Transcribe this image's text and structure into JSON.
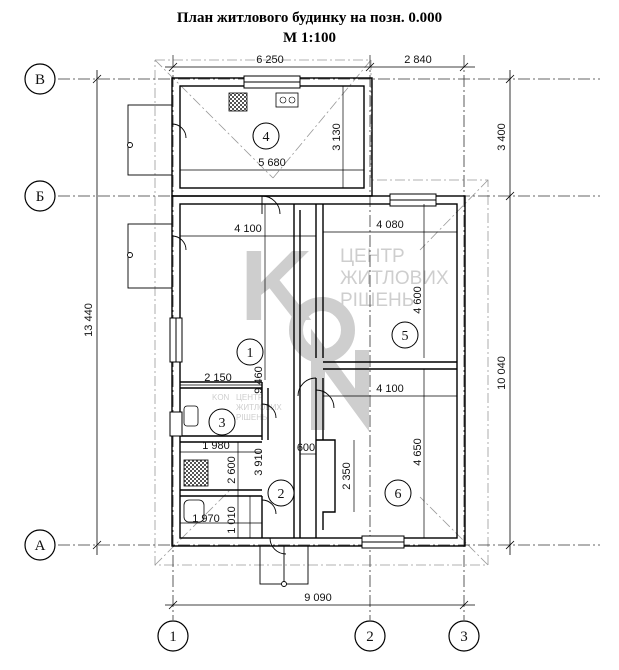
{
  "title": "План житлового будинку на позн. 0.000",
  "scale": "М 1:100",
  "axes": {
    "rows": [
      "В",
      "Б",
      "А"
    ],
    "cols": [
      "1",
      "2",
      "3"
    ]
  },
  "dimensions": {
    "top_left": "6 250",
    "top_right": "2 840",
    "bottom_total": "9 090",
    "left_total": "13 440",
    "right_upper": "3 400",
    "right_lower": "10 040",
    "r4_width": "5 680",
    "r4_height": "3 130",
    "r1_width": "4 100",
    "r1_height": "9 460",
    "r5_width": "4 080",
    "r5_height": "4 600",
    "r6_width": "4 100",
    "r6_height": "4 650",
    "r3_width": "2 150",
    "r3_inner": "1 980",
    "r3_height": "2 600",
    "corridor_height": "3 910",
    "wc_height": "1 010",
    "wc_width": "1 970",
    "niche_width": "600",
    "niche_height": "2 350"
  },
  "rooms": [
    "1",
    "2",
    "3",
    "4",
    "5",
    "6"
  ],
  "watermark": {
    "line1": "ЦЕНТР",
    "line2": "ЖИТЛОВИХ",
    "line3": "РІШЕНЬ",
    "logo": "KON",
    "small1": "ЦЕНТР",
    "small2": "ЖИТЛОВИХ",
    "small3": "РІШЕНЬ"
  }
}
